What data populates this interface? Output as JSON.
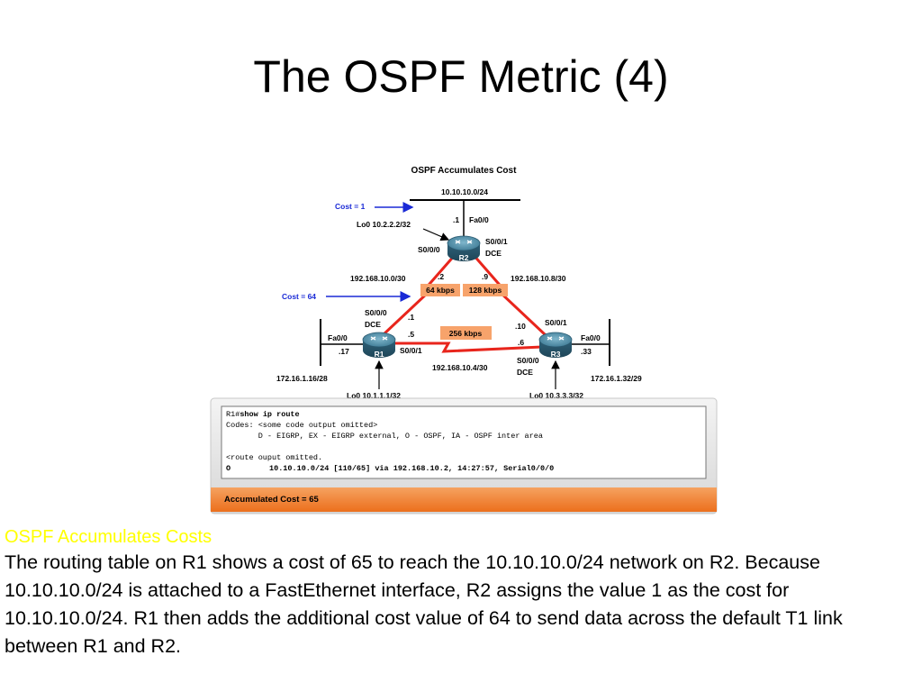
{
  "slide": {
    "title": "The OSPF Metric (4)"
  },
  "diagram": {
    "title": "OSPF Accumulates Cost",
    "cost_labels": {
      "top": "Cost = 1",
      "left": "Cost = 64"
    },
    "networks": {
      "top": "10.10.10.0/24",
      "r1_r2": "192.168.10.0/30",
      "r2_r3": "192.168.10.8/30",
      "r1_r3": "192.168.10.4/30",
      "r1_lan": "172.16.1.16/28",
      "r3_lan": "172.16.1.32/29"
    },
    "bandwidths": {
      "r1_r2": "64 kbps",
      "r2_r3": "128 kbps",
      "r1_r3": "256 kbps"
    },
    "routers": {
      "r1": {
        "name": "R1",
        "loopback": "Lo0 10.1.1.1/32",
        "s000": "S0/0/0",
        "dce": "DCE",
        "fa00": "Fa0/0",
        "s001": "S0/0/1",
        "ip_s000": ".1",
        "ip_s001": ".5",
        "ip_fa": ".17"
      },
      "r2": {
        "name": "R2",
        "loopback": "Lo0 10.2.2.2/32",
        "fa00": "Fa0/0",
        "s000": "S0/0/0",
        "s001": "S0/0/1",
        "dce": "DCE",
        "ip_fa": ".1",
        "ip_s000": ".2",
        "ip_s001": ".9"
      },
      "r3": {
        "name": "R3",
        "loopback": "Lo0 10.3.3.3/32",
        "s001": "S0/0/1",
        "fa00": "Fa0/0",
        "s000": "S0/0/0",
        "dce": "DCE",
        "ip_s001": ".10",
        "ip_s000": ".6",
        "ip_fa": ".33"
      }
    },
    "terminal": {
      "prompt": "R1#",
      "command": "show ip route",
      "lines": [
        "Codes: <some code output omitted>",
        "       D - EIGRP, EX - EIGRP external, O - OSPF, IA - OSPF inter area",
        "",
        "<route ouput omitted."
      ],
      "route_code": "O",
      "route_text": "10.10.10.0/24 [110/65] via 192.168.10.2, 14:27:57, Serial0/0/0"
    },
    "footer": "Accumulated Cost = 65"
  },
  "caption": {
    "heading": "OSPF Accumulates Costs",
    "body": "The routing table on R1 shows a cost of 65 to reach the 10.10.10.0/24 network on R2. Because 10.10.10.0/24 is attached to a FastEthernet interface, R2 assigns the value 1 as the cost for 10.10.10.0/24. R1 then adds the additional cost value of 64 to send data across the default T1 link between R1 and R2."
  },
  "colors": {
    "serial_link": "#e8251c",
    "bandwidth_box": "#f7a36b",
    "cost_arrow": "#1a2ad6",
    "footer_bar": "#f07b22",
    "caption_heading": "#ffff00",
    "router": "#3f7b95"
  },
  "icons": [
    "router-icon",
    "arrow-right-icon",
    "arrow-up-icon",
    "arrow-down-icon"
  ]
}
